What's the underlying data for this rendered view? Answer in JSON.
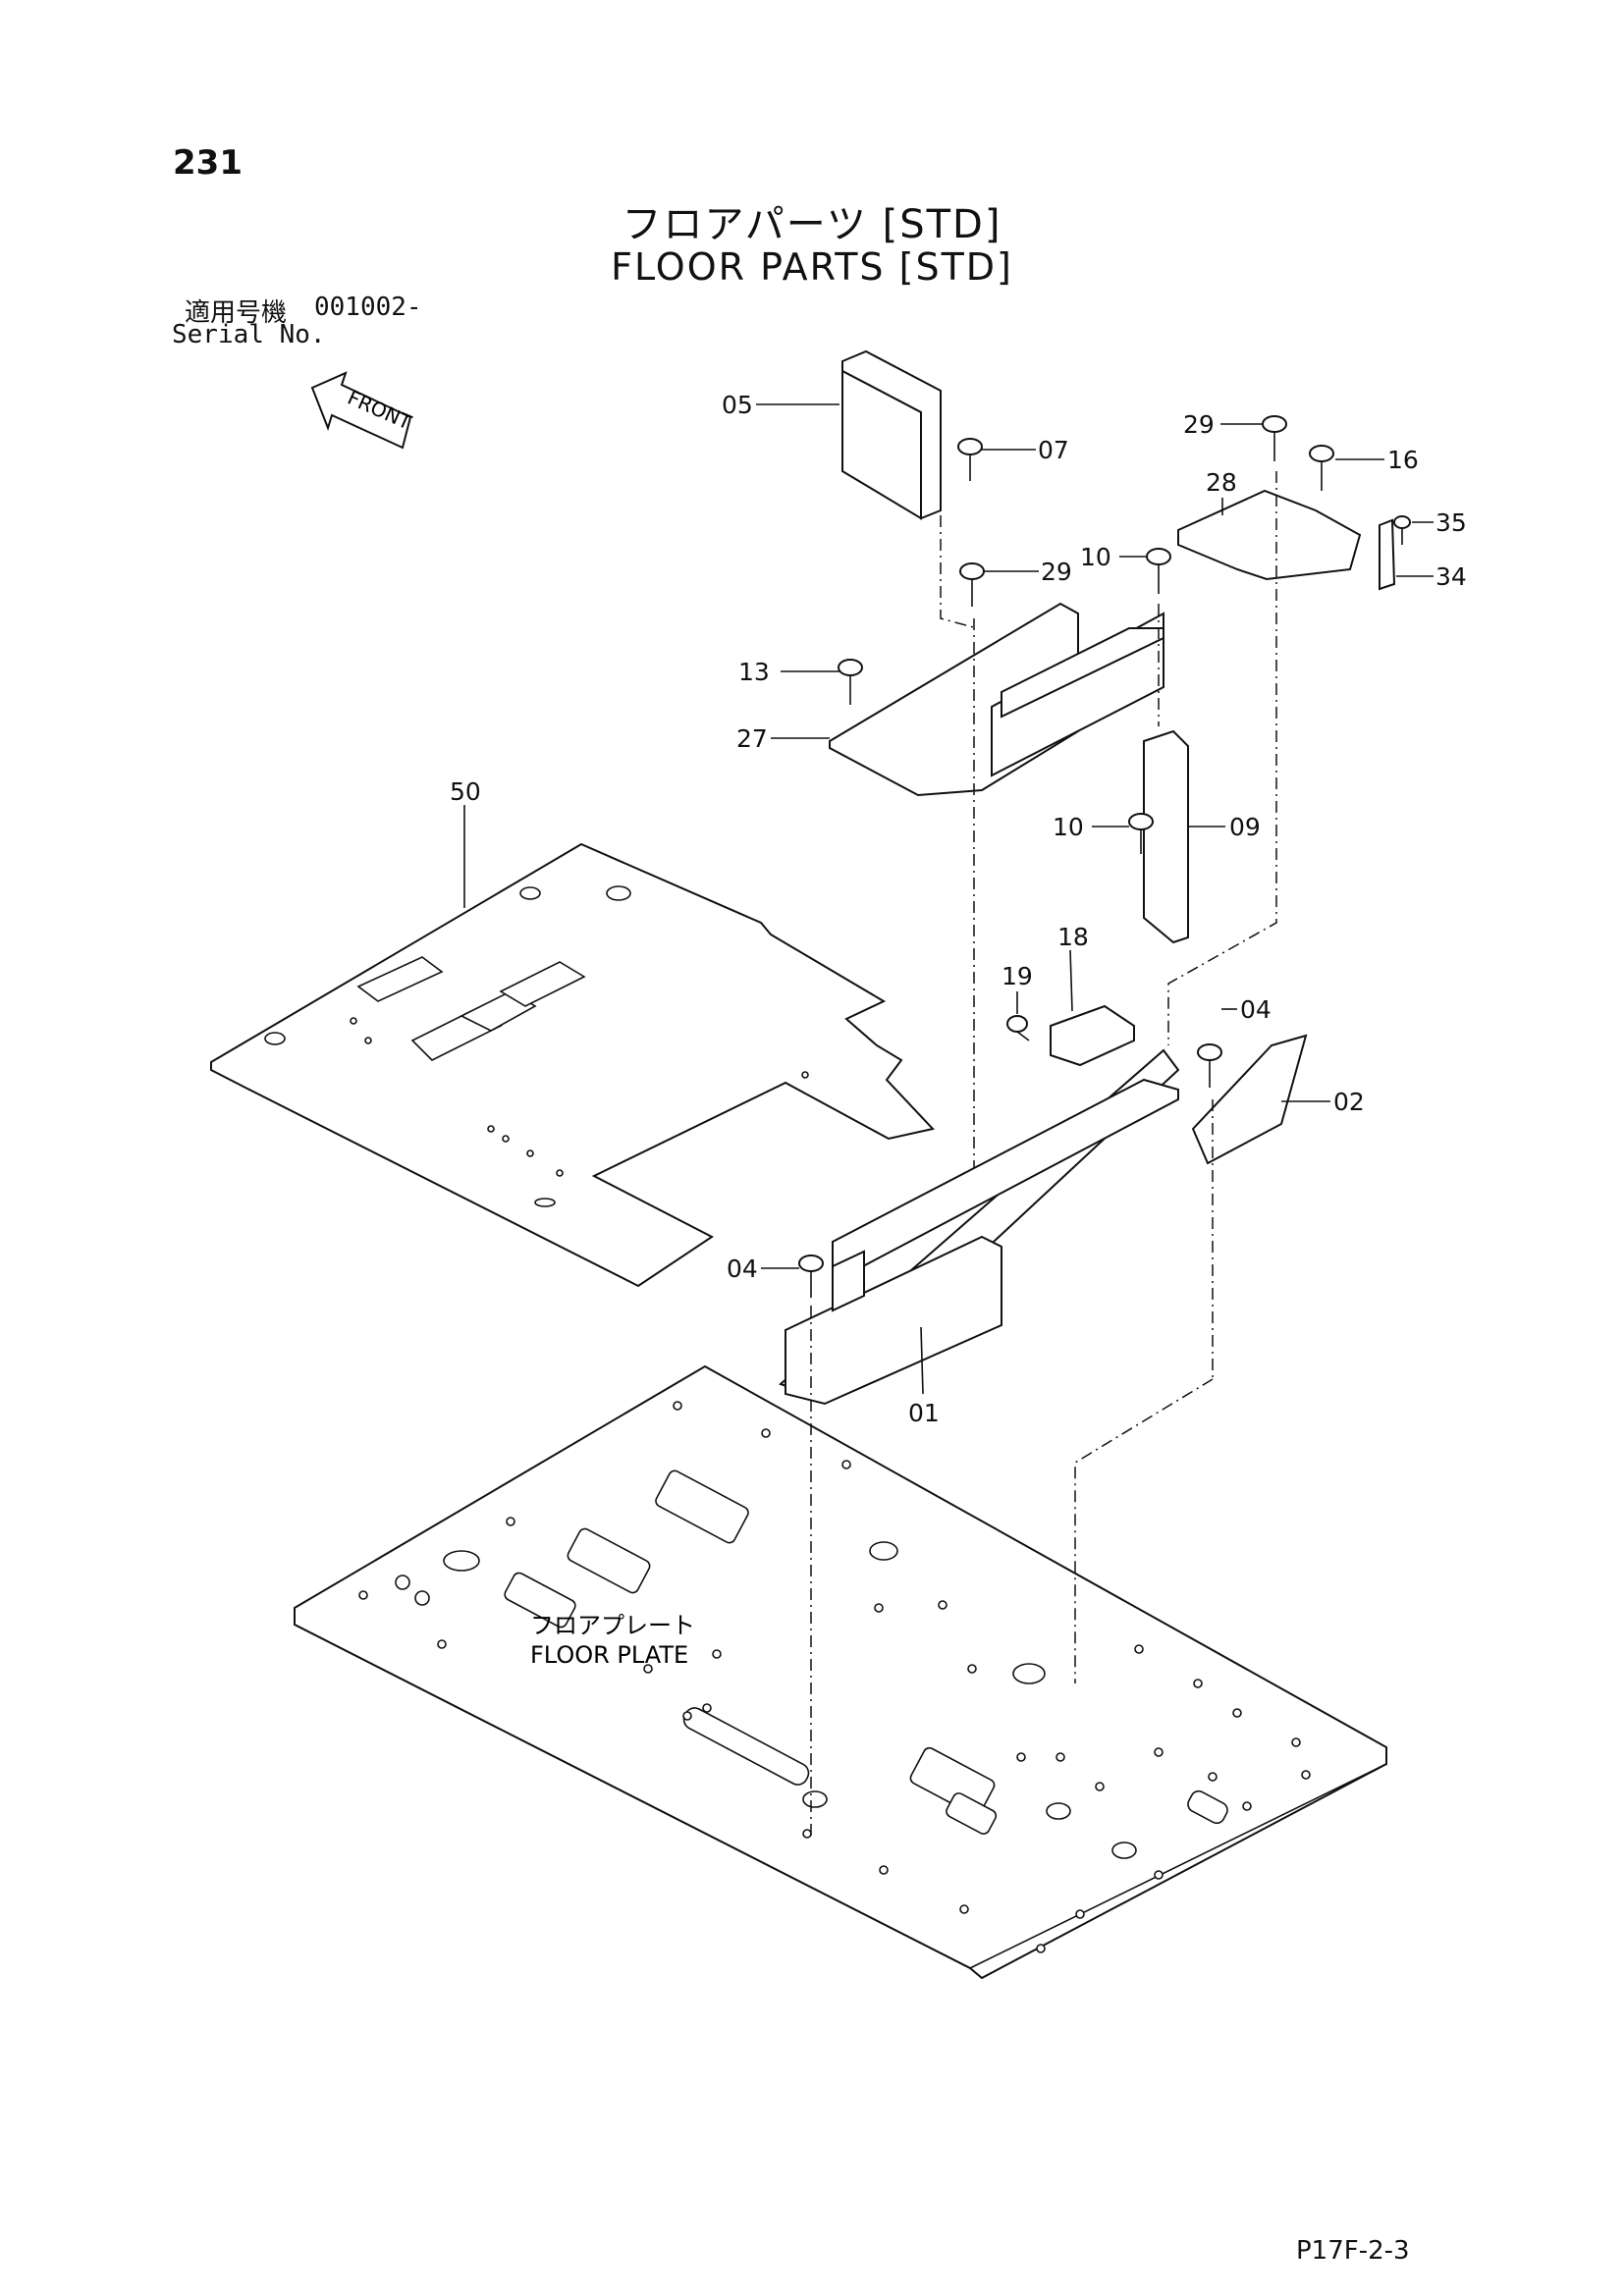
{
  "header": {
    "page_number": "231",
    "title_jp": "フロアパーツ [STD]",
    "title_en": "FLOOR PARTS [STD]"
  },
  "serial": {
    "label_jp": "適用号機",
    "value": "001002-",
    "label_en": "Serial No."
  },
  "front_arrow": {
    "text": "FRONT",
    "icon": "front-direction-arrow-icon"
  },
  "floor_plate": {
    "label_jp": "フロアプレート",
    "label_en": "FLOOR PLATE"
  },
  "callouts": [
    "05",
    "07",
    "29",
    "16",
    "28",
    "35",
    "34",
    "10",
    "29",
    "13",
    "27",
    "50",
    "10",
    "09",
    "18",
    "19",
    "04",
    "02",
    "04",
    "01"
  ],
  "footer": {
    "drawing_code": "P17F-2-3"
  }
}
